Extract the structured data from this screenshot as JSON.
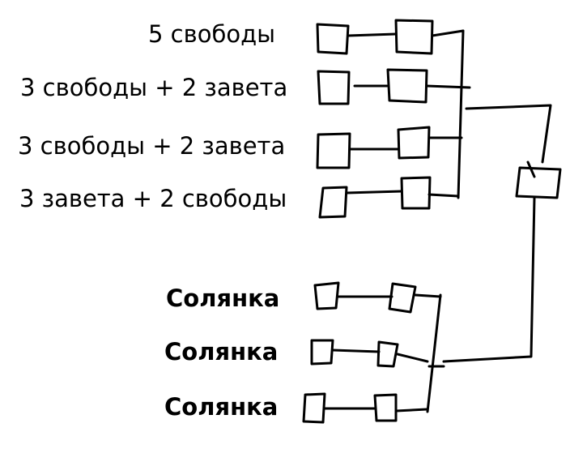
{
  "top_group": [
    {
      "label": "5 свободы"
    },
    {
      "label": "3 свободы + 2 завета"
    },
    {
      "label": "3 свободы + 2 завета"
    },
    {
      "label": "3 завета + 2 свободы"
    }
  ],
  "bottom_group": [
    {
      "label": "Солянка"
    },
    {
      "label": "Солянка"
    },
    {
      "label": "Солянка"
    }
  ]
}
